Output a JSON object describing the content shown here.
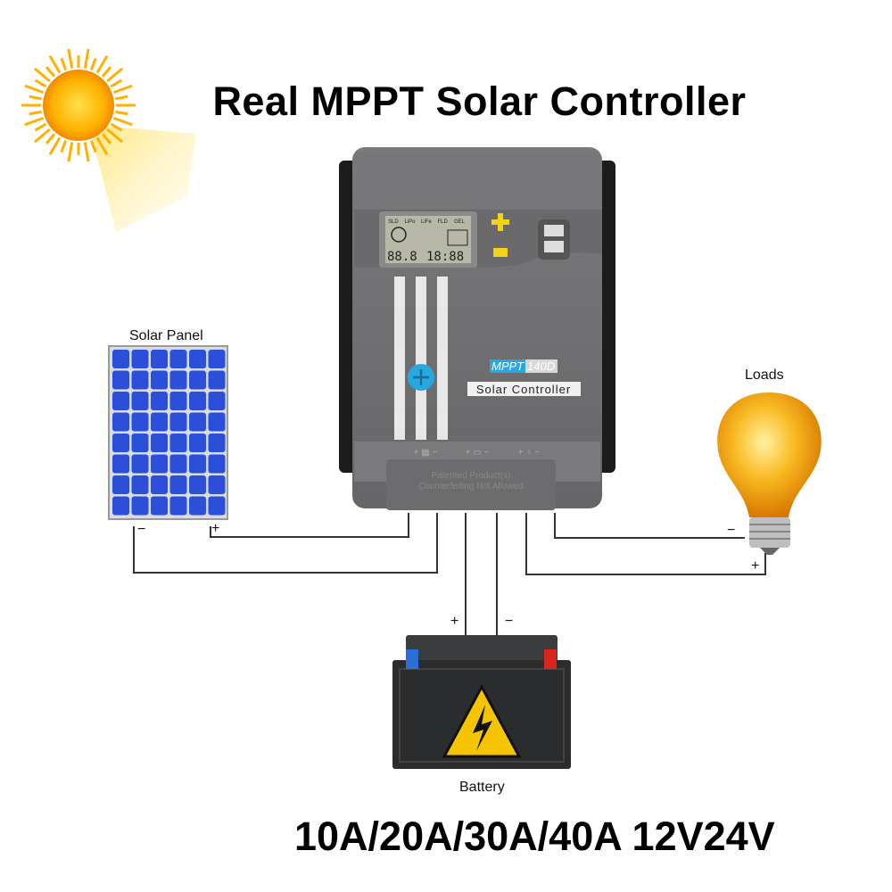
{
  "title": "Real MPPT Solar Controller",
  "spec": "10A/20A/30A/40A 12V24V",
  "labels": {
    "solar_panel": "Solar Panel",
    "loads": "Loads",
    "battery": "Battery",
    "minus": "−",
    "plus": "+"
  },
  "controller": {
    "model_prefix": "MPPT",
    "model_suffix": "140D",
    "name": "Solar Controller",
    "patent_line1": "Patented Product(s)",
    "patent_line2": "Counterfeiting Not Allowed",
    "lcd": {
      "battery_types": [
        "SLD",
        "LiPo",
        "LiFe",
        "FLD",
        "GEL"
      ],
      "left_digits": "88.8",
      "right_digits": "18:88"
    },
    "terminal_labels": [
      "+ ▦ −",
      "+ ▭ −",
      "+ ♀ −"
    ]
  },
  "colors": {
    "controller_body": "#6e6e70",
    "button_yellow": "#f5d21a",
    "accent_blue": "#28a8e0",
    "panel_blue": "#2b4fd8",
    "bulb": "#f5a818",
    "battery": "#2a2c2e"
  }
}
